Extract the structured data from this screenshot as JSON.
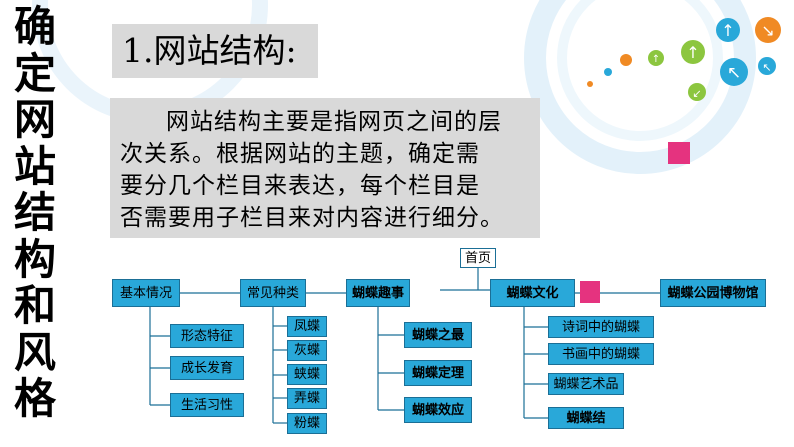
{
  "vertical_title": [
    "确",
    "定",
    "网",
    "站",
    "结",
    "构",
    "和",
    "风",
    "格"
  ],
  "heading": "1.网站结构:",
  "description": {
    "lines": [
      "网站结构主要是指网页之间的层",
      "次关系。根据网站的主题，确定需",
      "要分几个栏目来表达，每个栏目是",
      "否需要用子栏目来对内容进行细分。"
    ]
  },
  "diagram": {
    "root": "首页",
    "categories": [
      "基本情况",
      "常见种类",
      "蝴蝶趣事",
      "蝴蝶文化",
      "蝴蝶公园博物馆"
    ],
    "basic_children": [
      "形态特征",
      "成长发育",
      "生活习性"
    ],
    "species_children": [
      "凤蝶",
      "灰蝶",
      "蛱蝶",
      "弄蝶",
      "粉蝶"
    ],
    "fun_children": [
      "蝴蝶之最",
      "蝴蝶定理",
      "蝴蝶效应"
    ],
    "culture_children": [
      "诗词中的蝴蝶",
      "书画中的蝴蝶",
      "蝴蝶艺术品",
      "蝴蝶结"
    ]
  },
  "colors": {
    "node_fill": "#29a8d9",
    "node_border": "#1b6f96",
    "accent_pink": "#e5337f",
    "panel_gray": "#d9d9d9"
  }
}
